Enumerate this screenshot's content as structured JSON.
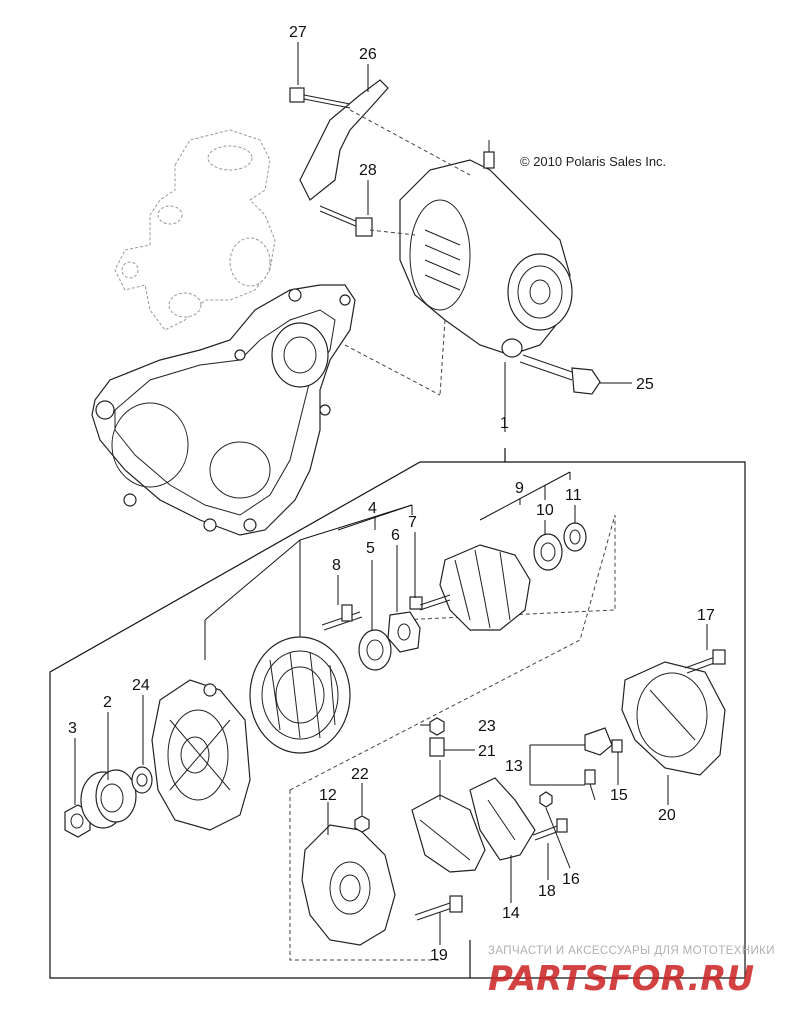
{
  "copyright": "© 2010 Polaris Sales Inc.",
  "watermark": {
    "line1": "ЗАПЧАСТИ И АКСЕССУАРЫ ДЛЯ МОТОТЕХНИКИ",
    "line2": "PARTSFOR.RU"
  },
  "callouts": {
    "n1": "1",
    "n2": "2",
    "n3": "3",
    "n4": "4",
    "n5": "5",
    "n6": "6",
    "n7": "7",
    "n8": "8",
    "n9": "9",
    "n10": "10",
    "n11": "11",
    "n12": "12",
    "n13": "13",
    "n14": "14",
    "n15": "15",
    "n16": "16",
    "n17": "17",
    "n18": "18",
    "n19": "19",
    "n20": "20",
    "n21": "21",
    "n22": "22",
    "n23": "23",
    "n24": "24",
    "n25": "25",
    "n26": "26",
    "n27": "27",
    "n28": "28"
  }
}
